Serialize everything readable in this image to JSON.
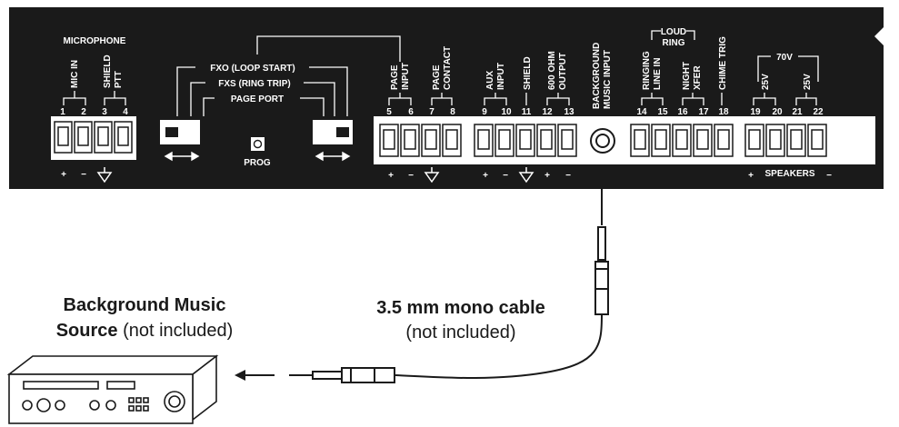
{
  "panel": {
    "microphone": {
      "group_label": "MICROPHONE",
      "mic_in": "MIC IN",
      "shield_ptt": [
        "SHIELD",
        "PTT"
      ],
      "terminals": [
        "1",
        "2",
        "3",
        "4"
      ]
    },
    "port_selector": {
      "fxo": "FXO (LOOP START)",
      "fxs": "FXS (RING TRIP)",
      "page_port": "PAGE PORT",
      "prog": "PROG"
    },
    "page_input": [
      "PAGE",
      "INPUT"
    ],
    "page_contact": [
      "PAGE",
      "CONTACT"
    ],
    "aux_input": [
      "AUX",
      "INPUT"
    ],
    "shield": "SHIELD",
    "ohm_output": [
      "600 OHM",
      "OUTPUT"
    ],
    "background_music_input": [
      "BACKGROUND",
      "MUSIC INPUT"
    ],
    "loud_ring": [
      "LOUD",
      "RING"
    ],
    "ringing_line_in": [
      "RINGING",
      "LINE IN"
    ],
    "night_xfer": [
      "NIGHT",
      "XFER"
    ],
    "chime_trig": "CHIME TRIG",
    "v70": "70V",
    "v25_a": "25V",
    "v25_b": "25V",
    "speakers": "SPEAKERS",
    "terminal_numbers": [
      "5",
      "6",
      "7",
      "8",
      "9",
      "10",
      "11",
      "12",
      "13",
      "14",
      "15",
      "16",
      "17",
      "18",
      "19",
      "20",
      "21",
      "22"
    ],
    "polarity": {
      "plus": "+",
      "minus": "−"
    }
  },
  "callouts": {
    "source_bold_1": "Background Music",
    "source_bold_2": "Source",
    "source_note": "(not included)",
    "cable_bold": "3.5 mm mono cable",
    "cable_note": "(not included)"
  }
}
